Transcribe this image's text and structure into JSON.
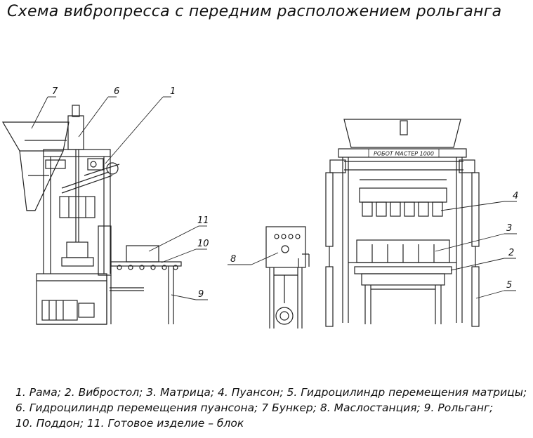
{
  "title": "Схема вибропресса с передним расположением рольганга",
  "callouts": {
    "c1": "1",
    "c2": "2",
    "c3": "3",
    "c4": "4",
    "c5": "5",
    "c6": "6",
    "c7": "7",
    "c8": "8",
    "c9": "9",
    "c10": "10",
    "c11": "11"
  },
  "machine_plate": "РОБОТ МАСТЕР 1000",
  "legend": {
    "line1": "1. Рама; 2. Вибростол; 3. Матрица; 4. Пуансон; 5. Гидроцилиндр перемещения матрицы;",
    "line2": "6. Гидроцилиндр перемещения пуансона; 7 Бункер; 8. Маслостанция; 9. Рольганг;",
    "line3": "10. Поддон; 11. Готовое изделие – блок"
  }
}
